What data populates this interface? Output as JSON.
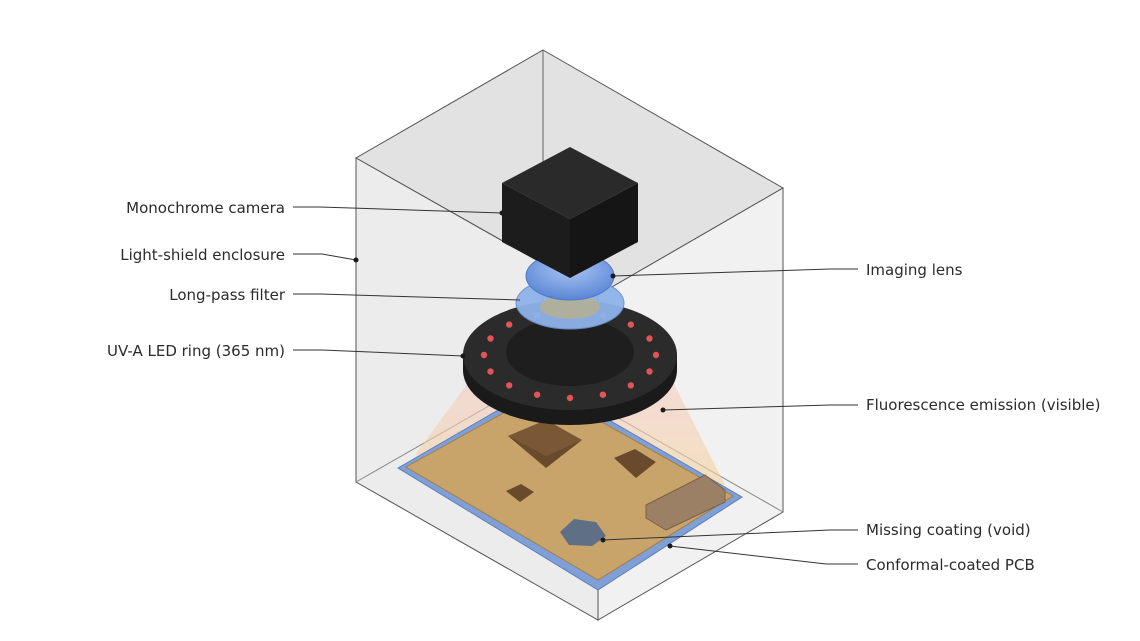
{
  "labels": {
    "camera": "Monochrome camera",
    "enclosure": "Light-shield enclosure",
    "filter": "Long-pass filter",
    "led_ring": "UV-A LED ring (365 nm)",
    "lens": "Imaging lens",
    "emission": "Fluorescence emission (visible)",
    "void": "Missing coating (void)",
    "pcb": "Conformal-coated PCB"
  },
  "colors": {
    "enclosure_fill": "#e9e9e9",
    "enclosure_edge": "#4a4a4a",
    "camera": "#1e1e1e",
    "lens": "#6d96e0",
    "filter": "#8fb3ea",
    "led_ring": "#222222",
    "led": "#e05656",
    "pcb_board": "#c9a46a",
    "pcb_coating": "#7f9fd6",
    "component": "#6a4a2c",
    "void": "#5f6f86",
    "emission": "#f3d9a6"
  }
}
